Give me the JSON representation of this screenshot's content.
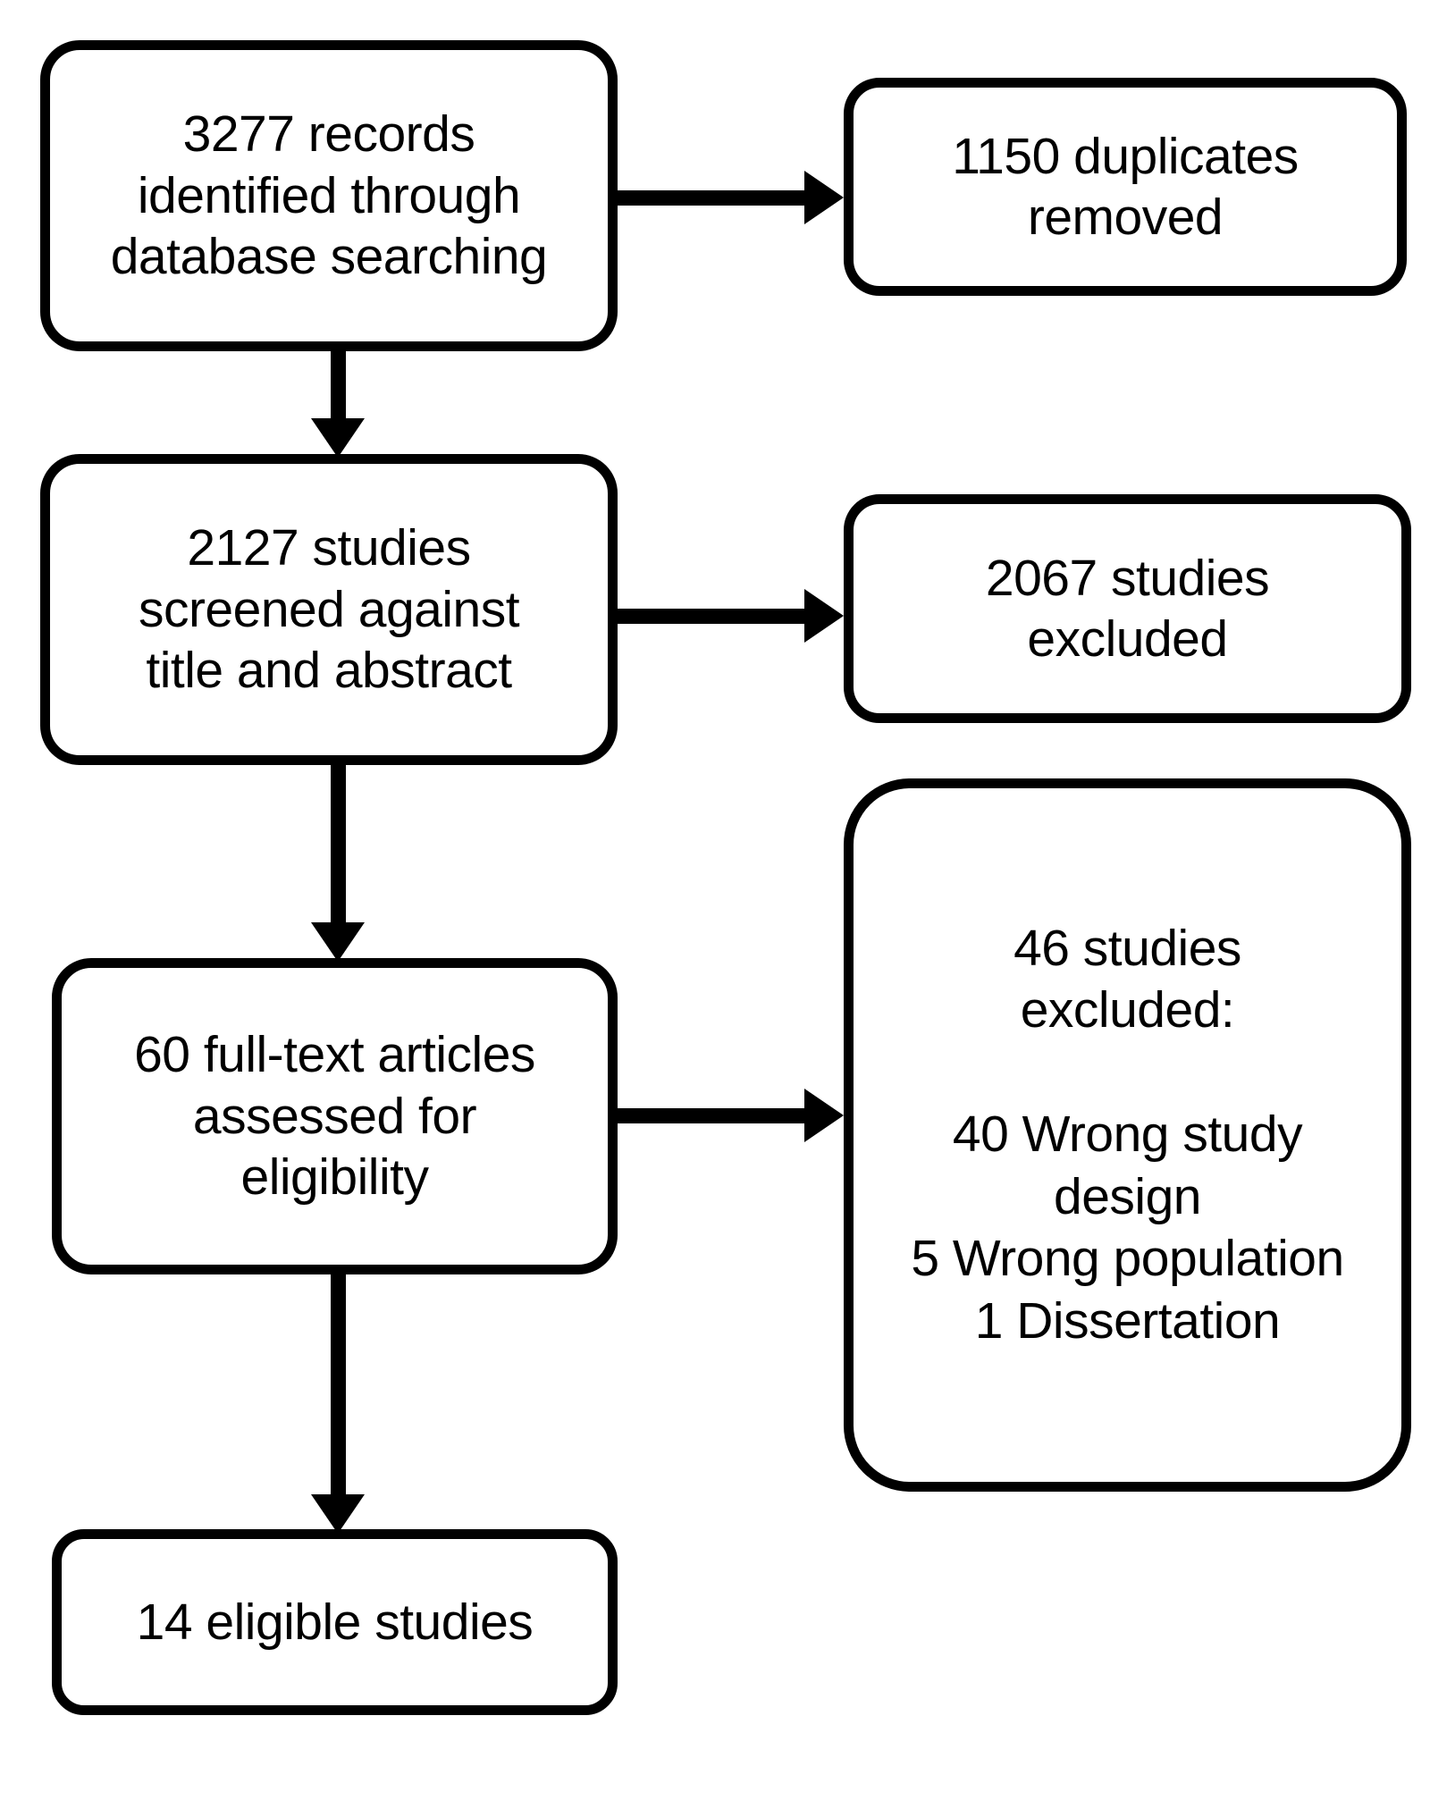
{
  "diagram": {
    "type": "prisma-flow-diagram",
    "stroke_color": "#000000",
    "background_color": "#ffffff",
    "boxes": {
      "records_identified": "3277 records\nidentified through\ndatabase searching",
      "duplicates_removed": "1150 duplicates\nremoved",
      "screened_title_abstract": "2127 studies\nscreened against\ntitle and abstract",
      "excluded_title_abstract": "2067 studies\nexcluded",
      "fulltext_assessed": "60 full-text articles\nassessed for\neligibility",
      "excluded_fulltext": "46 studies\nexcluded:\n\n40 Wrong study\ndesign\n5 Wrong population\n1 Dissertation",
      "eligible_studies": "14 eligible studies"
    },
    "counts": {
      "records_identified": 3277,
      "duplicates_removed": 1150,
      "screened": 2127,
      "excluded_after_screening": 2067,
      "fulltext_assessed": 60,
      "excluded_after_fulltext": 46,
      "excluded_wrong_study_design": 40,
      "excluded_wrong_population": 5,
      "excluded_dissertation": 1,
      "eligible_studies": 14
    },
    "connectors": {
      "records_to_duplicates": "arrow-right",
      "records_to_screened": "arrow-down",
      "screened_to_excluded": "arrow-right",
      "screened_to_fulltext": "arrow-down",
      "fulltext_to_excluded": "arrow-right",
      "fulltext_to_eligible": "arrow-down"
    }
  }
}
